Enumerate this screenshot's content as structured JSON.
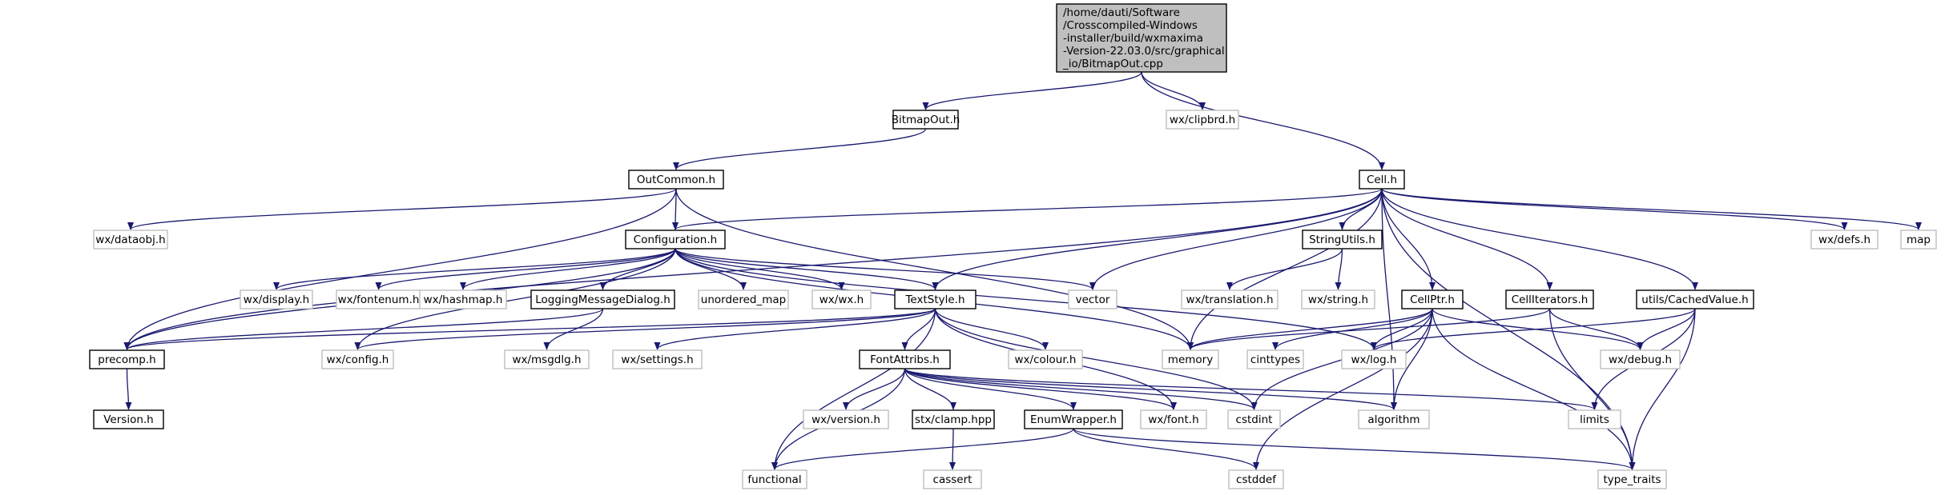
{
  "colors": {
    "edge": "#191970",
    "root_fill": "#bfbfbf",
    "doc_border": "#000000",
    "ext_border": "#bfbfbf",
    "text": "#000000"
  },
  "nodes": [
    {
      "id": "root",
      "lines": [
        "/home/dauti/Software",
        "/Crosscompiled-Windows",
        "-installer/build/wxmaxima",
        "-Version-22.03.0/src/graphical",
        "_io/BitmapOut.cpp"
      ],
      "kind": "root"
    },
    {
      "id": "bitmapout_h",
      "lines": [
        "BitmapOut.h"
      ],
      "kind": "doc"
    },
    {
      "id": "clipbrd",
      "lines": [
        "wx/clipbrd.h"
      ],
      "kind": "ext"
    },
    {
      "id": "outcommon",
      "lines": [
        "OutCommon.h"
      ],
      "kind": "doc"
    },
    {
      "id": "cell",
      "lines": [
        "Cell.h"
      ],
      "kind": "doc"
    },
    {
      "id": "dataobj",
      "lines": [
        "wx/dataobj.h"
      ],
      "kind": "ext"
    },
    {
      "id": "configuration",
      "lines": [
        "Configuration.h"
      ],
      "kind": "doc"
    },
    {
      "id": "stringutils",
      "lines": [
        "StringUtils.h"
      ],
      "kind": "doc"
    },
    {
      "id": "defs",
      "lines": [
        "wx/defs.h"
      ],
      "kind": "ext"
    },
    {
      "id": "map",
      "lines": [
        "map"
      ],
      "kind": "ext"
    },
    {
      "id": "display",
      "lines": [
        "wx/display.h"
      ],
      "kind": "ext"
    },
    {
      "id": "fontenum",
      "lines": [
        "wx/fontenum.h"
      ],
      "kind": "ext"
    },
    {
      "id": "hashmap",
      "lines": [
        "wx/hashmap.h"
      ],
      "kind": "ext"
    },
    {
      "id": "loggingdlg",
      "lines": [
        "LoggingMessageDialog.h"
      ],
      "kind": "doc"
    },
    {
      "id": "unordered_map",
      "lines": [
        "unordered_map"
      ],
      "kind": "ext"
    },
    {
      "id": "wx",
      "lines": [
        "wx/wx.h"
      ],
      "kind": "ext"
    },
    {
      "id": "textstyle",
      "lines": [
        "TextStyle.h"
      ],
      "kind": "doc"
    },
    {
      "id": "vector",
      "lines": [
        "vector"
      ],
      "kind": "ext"
    },
    {
      "id": "translation",
      "lines": [
        "wx/translation.h"
      ],
      "kind": "ext"
    },
    {
      "id": "string",
      "lines": [
        "wx/string.h"
      ],
      "kind": "ext"
    },
    {
      "id": "cellptr",
      "lines": [
        "CellPtr.h"
      ],
      "kind": "doc"
    },
    {
      "id": "celliterators",
      "lines": [
        "CellIterators.h"
      ],
      "kind": "doc"
    },
    {
      "id": "cachedvalue",
      "lines": [
        "utils/CachedValue.h"
      ],
      "kind": "doc"
    },
    {
      "id": "precomp",
      "lines": [
        "precomp.h"
      ],
      "kind": "doc"
    },
    {
      "id": "config",
      "lines": [
        "wx/config.h"
      ],
      "kind": "ext"
    },
    {
      "id": "msgdlg",
      "lines": [
        "wx/msgdlg.h"
      ],
      "kind": "ext"
    },
    {
      "id": "settings",
      "lines": [
        "wx/settings.h"
      ],
      "kind": "ext"
    },
    {
      "id": "colour",
      "lines": [
        "wx/colour.h"
      ],
      "kind": "ext"
    },
    {
      "id": "memory",
      "lines": [
        "memory"
      ],
      "kind": "ext"
    },
    {
      "id": "cinttypes",
      "lines": [
        "cinttypes"
      ],
      "kind": "ext"
    },
    {
      "id": "log",
      "lines": [
        "wx/log.h"
      ],
      "kind": "ext"
    },
    {
      "id": "debug",
      "lines": [
        "wx/debug.h"
      ],
      "kind": "ext"
    },
    {
      "id": "version_h",
      "lines": [
        "Version.h"
      ],
      "kind": "doc"
    },
    {
      "id": "fontattribs",
      "lines": [
        "FontAttribs.h"
      ],
      "kind": "doc"
    },
    {
      "id": "wxversion",
      "lines": [
        "wx/version.h"
      ],
      "kind": "ext"
    },
    {
      "id": "clamp",
      "lines": [
        "stx/clamp.hpp"
      ],
      "kind": "doc"
    },
    {
      "id": "enumwrapper",
      "lines": [
        "EnumWrapper.h"
      ],
      "kind": "doc"
    },
    {
      "id": "font",
      "lines": [
        "wx/font.h"
      ],
      "kind": "ext"
    },
    {
      "id": "cstdint",
      "lines": [
        "cstdint"
      ],
      "kind": "ext"
    },
    {
      "id": "algorithm",
      "lines": [
        "algorithm"
      ],
      "kind": "ext"
    },
    {
      "id": "limits",
      "lines": [
        "limits"
      ],
      "kind": "ext"
    },
    {
      "id": "functional",
      "lines": [
        "functional"
      ],
      "kind": "ext"
    },
    {
      "id": "cassert",
      "lines": [
        "cassert"
      ],
      "kind": "ext"
    },
    {
      "id": "cstddef",
      "lines": [
        "cstddef"
      ],
      "kind": "ext"
    },
    {
      "id": "type_traits",
      "lines": [
        "type_traits"
      ],
      "kind": "ext"
    }
  ],
  "edges": [
    [
      "root",
      "bitmapout_h"
    ],
    [
      "root",
      "clipbrd"
    ],
    [
      "root",
      "cell"
    ],
    [
      "bitmapout_h",
      "outcommon"
    ],
    [
      "outcommon",
      "dataobj"
    ],
    [
      "outcommon",
      "configuration"
    ],
    [
      "outcommon",
      "precomp"
    ],
    [
      "outcommon",
      "memory"
    ],
    [
      "cell",
      "configuration"
    ],
    [
      "cell",
      "stringutils"
    ],
    [
      "cell",
      "defs"
    ],
    [
      "cell",
      "map"
    ],
    [
      "cell",
      "textstyle"
    ],
    [
      "cell",
      "vector"
    ],
    [
      "cell",
      "memory"
    ],
    [
      "cell",
      "cellptr"
    ],
    [
      "cell",
      "celliterators"
    ],
    [
      "cell",
      "cachedvalue"
    ],
    [
      "cell",
      "precomp"
    ],
    [
      "cell",
      "algorithm"
    ],
    [
      "cell",
      "type_traits"
    ],
    [
      "configuration",
      "display"
    ],
    [
      "configuration",
      "fontenum"
    ],
    [
      "configuration",
      "hashmap"
    ],
    [
      "configuration",
      "loggingdlg"
    ],
    [
      "configuration",
      "unordered_map"
    ],
    [
      "configuration",
      "wx"
    ],
    [
      "configuration",
      "textstyle"
    ],
    [
      "configuration",
      "vector"
    ],
    [
      "configuration",
      "memory"
    ],
    [
      "configuration",
      "precomp"
    ],
    [
      "configuration",
      "config"
    ],
    [
      "configuration",
      "log"
    ],
    [
      "stringutils",
      "translation"
    ],
    [
      "stringutils",
      "string"
    ],
    [
      "loggingdlg",
      "msgdlg"
    ],
    [
      "loggingdlg",
      "precomp"
    ],
    [
      "textstyle",
      "precomp"
    ],
    [
      "textstyle",
      "config"
    ],
    [
      "textstyle",
      "settings"
    ],
    [
      "textstyle",
      "colour"
    ],
    [
      "textstyle",
      "fontattribs"
    ],
    [
      "textstyle",
      "font"
    ],
    [
      "textstyle",
      "cstdint"
    ],
    [
      "textstyle",
      "functional"
    ],
    [
      "cellptr",
      "memory"
    ],
    [
      "cellptr",
      "cinttypes"
    ],
    [
      "cellptr",
      "log"
    ],
    [
      "cellptr",
      "debug"
    ],
    [
      "cellptr",
      "cstdint"
    ],
    [
      "cellptr",
      "cstddef"
    ],
    [
      "cellptr",
      "type_traits"
    ],
    [
      "cellptr",
      "algorithm"
    ],
    [
      "celliterators",
      "memory"
    ],
    [
      "celliterators",
      "debug"
    ],
    [
      "celliterators",
      "type_traits"
    ],
    [
      "cachedvalue",
      "log"
    ],
    [
      "cachedvalue",
      "debug"
    ],
    [
      "cachedvalue",
      "limits"
    ],
    [
      "cachedvalue",
      "type_traits"
    ],
    [
      "precomp",
      "version_h"
    ],
    [
      "fontattribs",
      "wxversion"
    ],
    [
      "fontattribs",
      "clamp"
    ],
    [
      "fontattribs",
      "enumwrapper"
    ],
    [
      "fontattribs",
      "font"
    ],
    [
      "fontattribs",
      "cstdint"
    ],
    [
      "fontattribs",
      "algorithm"
    ],
    [
      "fontattribs",
      "limits"
    ],
    [
      "fontattribs",
      "functional"
    ],
    [
      "clamp",
      "cassert"
    ],
    [
      "enumwrapper",
      "functional"
    ],
    [
      "enumwrapper",
      "cstddef"
    ],
    [
      "enumwrapper",
      "type_traits"
    ]
  ]
}
